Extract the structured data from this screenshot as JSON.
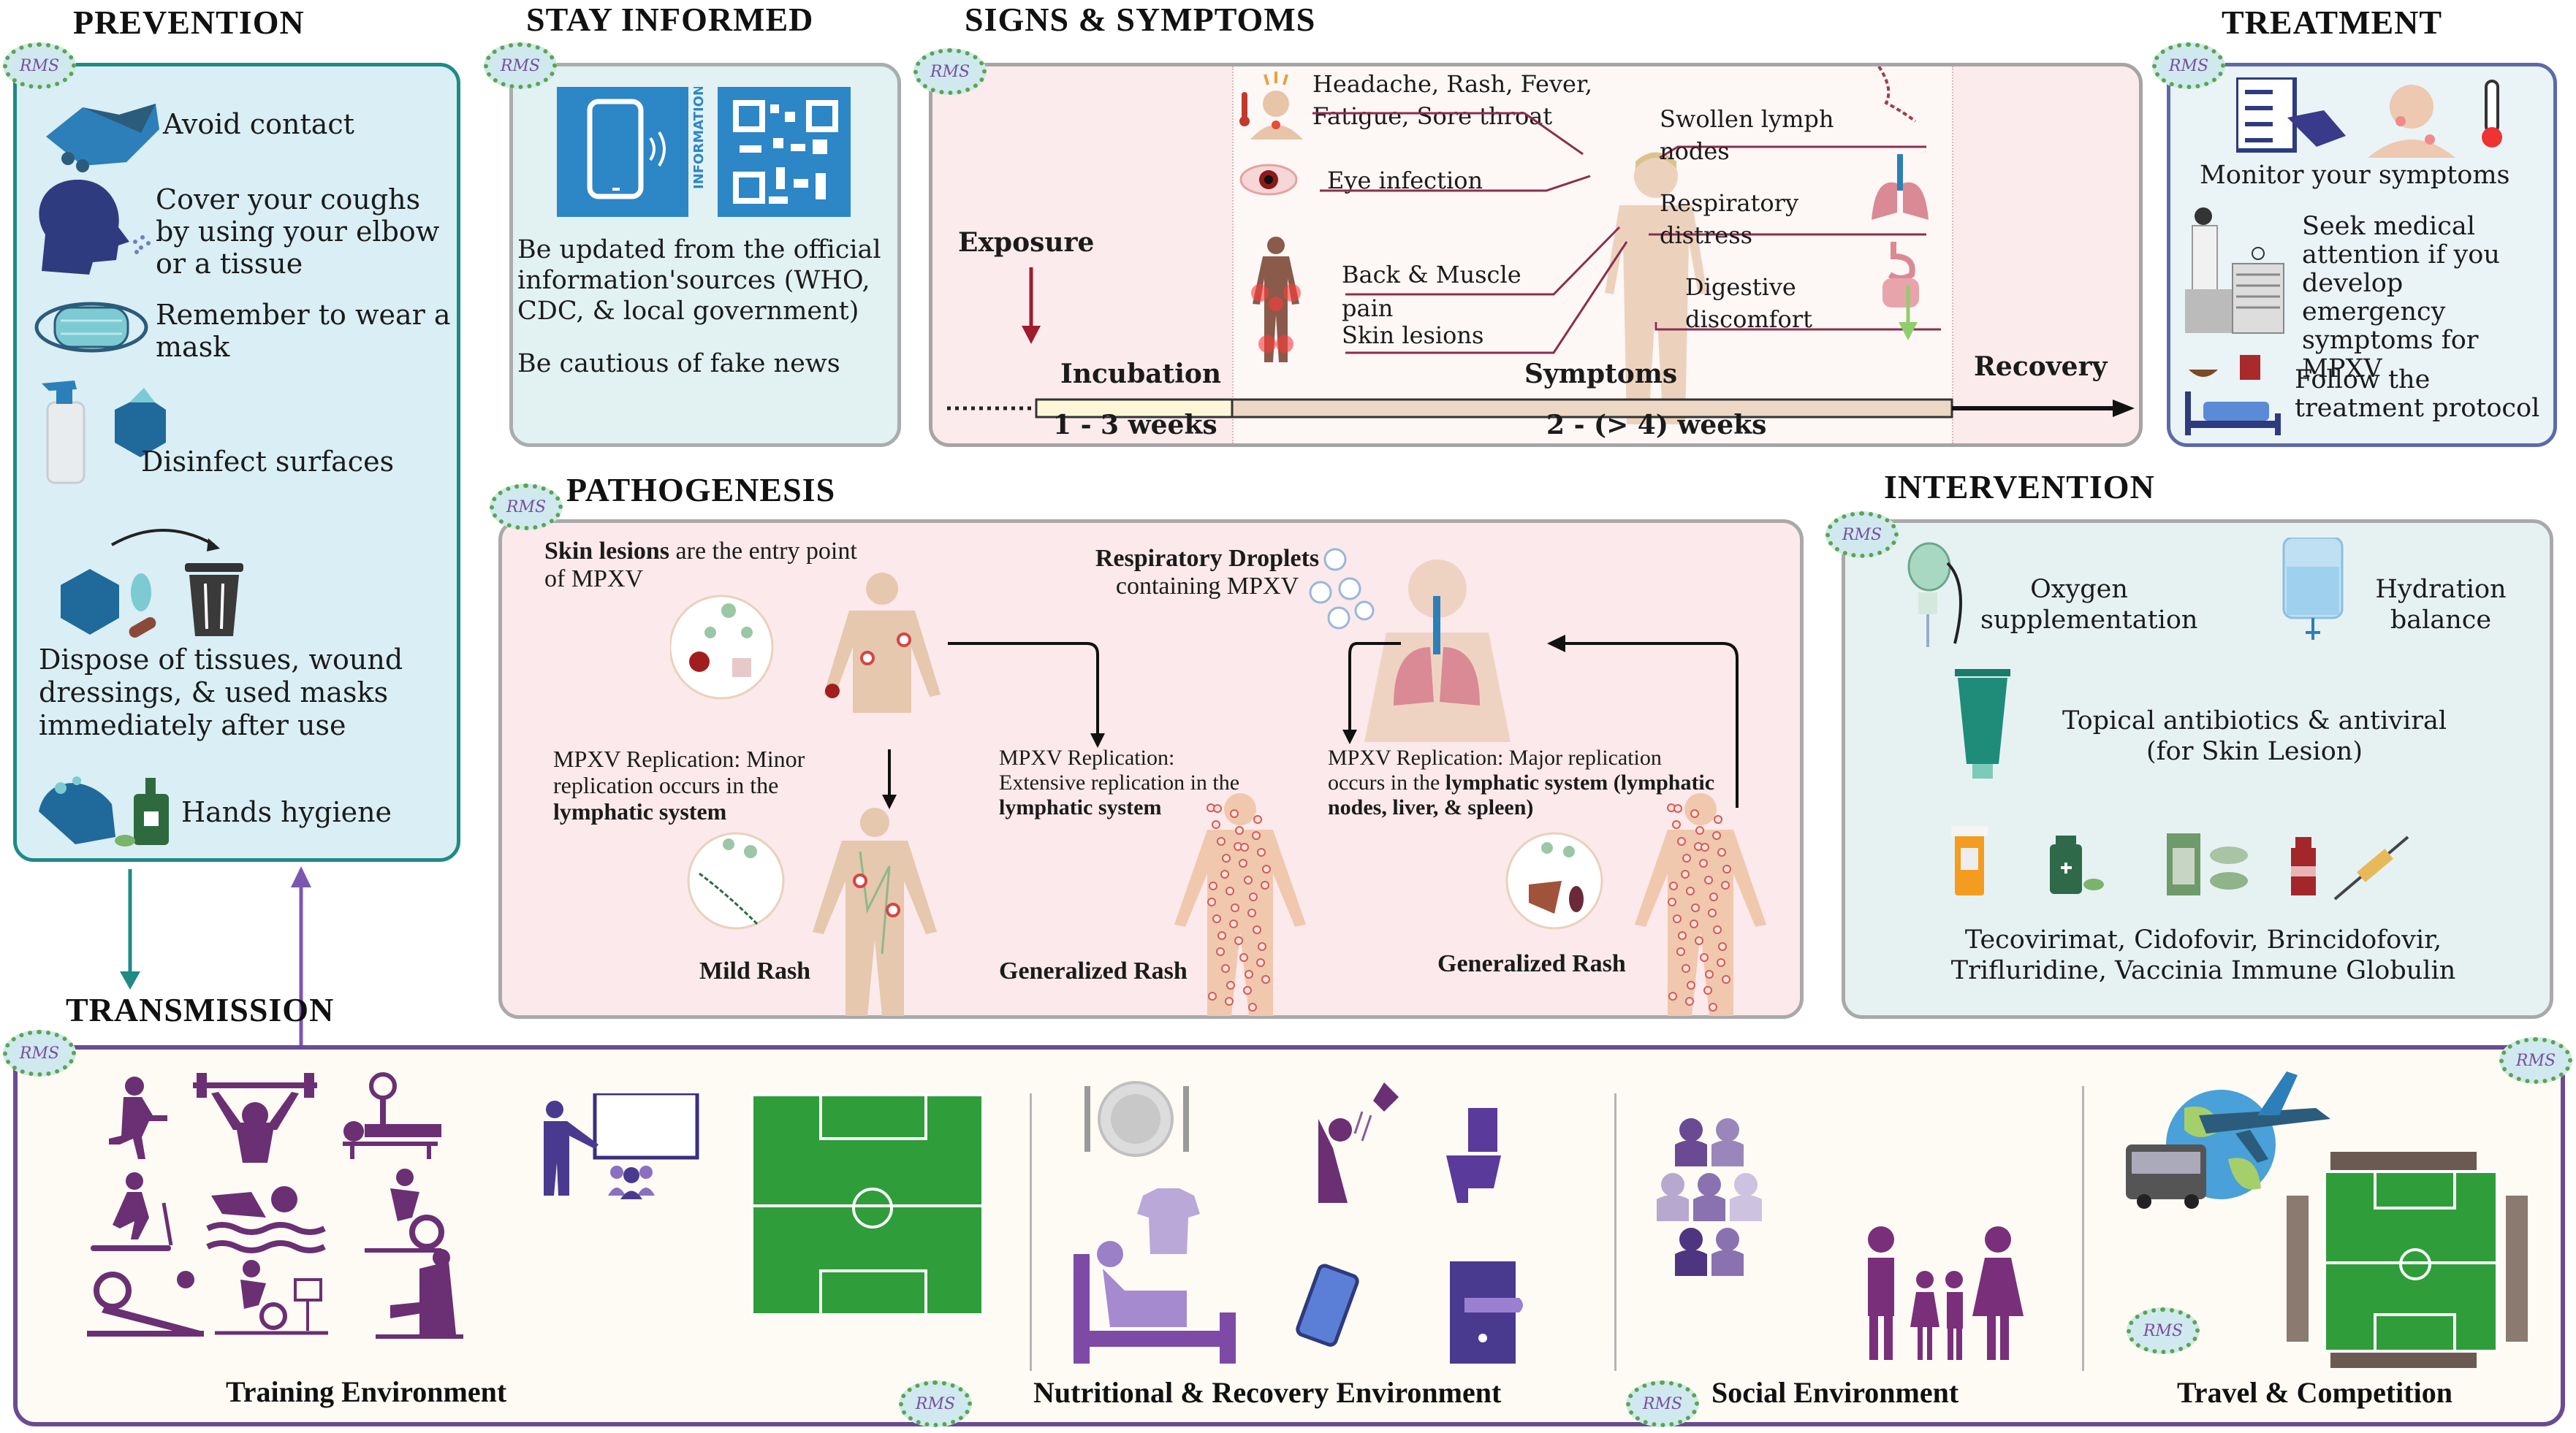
{
  "sections": {
    "prevention": {
      "title": "PREVENTION",
      "items": [
        {
          "icon": "handshake-icon",
          "text": "Avoid contact"
        },
        {
          "icon": "cough-head-icon",
          "text": "Cover your coughs by using your elbow or a tissue"
        },
        {
          "icon": "mask-icon",
          "text": "Remember to wear a mask"
        },
        {
          "icon": "spray-bottle-tissue-icon",
          "text": "Disinfect surfaces"
        },
        {
          "icon": "trash-bin-icon",
          "text": "Dispose of tissues, wound dressings, & used masks immediately after use"
        },
        {
          "icon": "hand-wash-soap-icon",
          "text": "Hands hygiene"
        }
      ]
    },
    "stay_informed": {
      "title": "STAY INFORMED",
      "image_label": "INFORMATION",
      "line1": "Be updated from the official information'sources (WHO, CDC, &  local government)",
      "line2": "Be cautious of fake news"
    },
    "signs_symptoms": {
      "title": "SIGNS & SYMPTOMS",
      "left_symptoms": [
        "Headache, Rash, Fever, Fatigue, Sore throat",
        "Eye infection",
        "Back & Muscle pain",
        "Skin lesions"
      ],
      "right_symptoms": [
        "Swollen lymph nodes",
        "Respiratory distress",
        "Digestive discomfort"
      ],
      "timeline": {
        "exposure": "Exposure",
        "incubation": "Incubation",
        "incubation_duration": "1 - 3 weeks",
        "symptoms": "Symptoms",
        "symptoms_duration": "2 - (> 4) weeks",
        "recovery": "Recovery"
      }
    },
    "treatment": {
      "title": "TREATMENT",
      "items": [
        {
          "icon": "checklist-icon",
          "text": "Monitor your symptoms"
        },
        {
          "icon": "doctor-hospital-icon",
          "text": "Seek medical attention if you develop emergency symptoms for MPXV"
        },
        {
          "icon": "bed-medicine-icon",
          "text": "Follow the treatment protocol"
        }
      ]
    },
    "pathogenesis": {
      "title": "PATHOGENESIS",
      "entry_bold": "Skin lesions",
      "entry_rest": " are the entry point of MPXV",
      "droplets_line1": "Respiratory Droplets",
      "droplets_line2": "containing MPXV",
      "stages": [
        {
          "pre": "MPXV Replication: Minor replication occurs in the ",
          "bold": "lymphatic system",
          "post": "",
          "label": "Mild Rash"
        },
        {
          "pre": "MPXV Replication: Extensive replication in the ",
          "bold": "lymphatic system",
          "post": "",
          "label": "Generalized Rash"
        },
        {
          "pre": "MPXV Replication: Major replication occurs in the ",
          "bold": "lymphatic system (lymphatic nodes, liver, & spleen)",
          "post": "",
          "label": "Generalized Rash"
        }
      ]
    },
    "intervention": {
      "title": "INTERVENTION",
      "oxygen": "Oxygen supplementation",
      "hydration": "Hydration balance",
      "topical": "Topical antibiotics & antiviral (for Skin Lesion)",
      "drugs": "Tecovirimat, Cidofovir, Brincidofovir, Trifluridine,  Vaccinia Immune Globulin"
    },
    "transmission": {
      "title": "TRANSMISSION",
      "environments": [
        {
          "label": "Training  Environment",
          "icons": [
            "running-icon",
            "weightlifting-icon",
            "bench-press-icon",
            "treadmill-icon",
            "swimming-icon",
            "stationary-bike-icon",
            "leg-press-icon",
            "bike-test-icon",
            "leg-extension-icon",
            "classroom-icon",
            "football-pitch-icon"
          ]
        },
        {
          "label": "Nutritional & Recovery Environment",
          "icons": [
            "plate-cutlery-icon",
            "shower-icon",
            "toilet-icon",
            "bed-icon",
            "shirt-icon",
            "phone-icon",
            "door-handle-icon"
          ]
        },
        {
          "label": "Social Environment",
          "icons": [
            "crowd-icon",
            "family-icon"
          ]
        },
        {
          "label": "Travel & Competition",
          "icons": [
            "globe-plane-bus-icon",
            "stadium-icon"
          ]
        }
      ]
    }
  },
  "logo_text": "RMS",
  "colors": {
    "prevention_bg": "#d9eef5",
    "prevention_border": "#1f8a86",
    "signs_bg": "#fcebec",
    "pathogenesis_bg": "#fbe9eb",
    "intervention_bg": "#e6f2f2",
    "treatment_border": "#5c6aa8",
    "transmission_border": "#6a4b93",
    "icon_purple": "#6b2f73",
    "icon_blue": "#2c7fb8",
    "pitch_green": "#2f9e3a"
  }
}
